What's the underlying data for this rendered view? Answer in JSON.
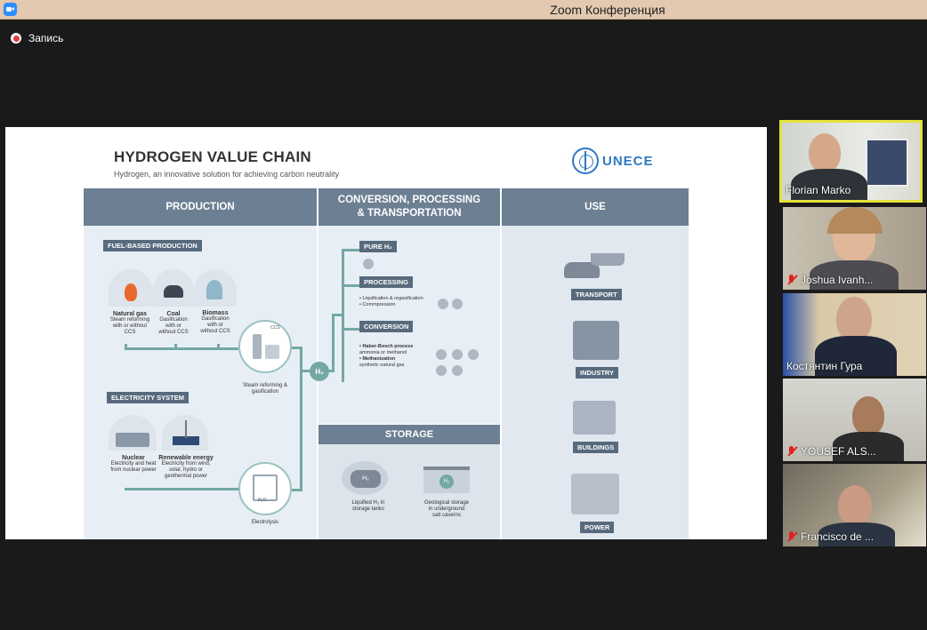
{
  "window": {
    "title": "Zoom Конференция"
  },
  "recording": {
    "label": "Запись"
  },
  "slide": {
    "title": "HYDROGEN VALUE CHAIN",
    "subtitle": "Hydrogen, an innovative solution for achieving carbon neutrality",
    "org": "UNECE",
    "columns": {
      "production": "PRODUCTION",
      "conversion_line1": "CONVERSION, PROCESSING",
      "conversion_line2": "& TRANSPORTATION",
      "use": "USE",
      "storage": "STORAGE"
    },
    "fuel": {
      "tag": "FUEL-BASED PRODUCTION",
      "items": [
        {
          "name": "Natural gas",
          "desc1": "Steam reforming",
          "desc2": "with or without",
          "desc3": "CCS"
        },
        {
          "name": "Coal",
          "desc1": "Gasification",
          "desc2": "with or",
          "desc3": "without CCS"
        },
        {
          "name": "Biomass",
          "desc1": "Gasification",
          "desc2": "with or",
          "desc3": "without CCS"
        }
      ],
      "process1": "Steam reforming &",
      "process2": "gasification",
      "ccs": "CCS"
    },
    "electric": {
      "tag": "ELECTRICITY SYSTEM",
      "items": [
        {
          "name": "Nuclear",
          "desc1": "Electricity and heat",
          "desc2": "from nuclear power",
          "desc3": ""
        },
        {
          "name": "Renewable energy",
          "desc1": "Electricity from wind,",
          "desc2": "solar, hydro or",
          "desc3": "geothermal power"
        }
      ],
      "process": "Electrolysis",
      "h2o": "H₂O"
    },
    "hub": "H₂",
    "conversion": {
      "pure": "PURE H₂",
      "processing": "PROCESSING",
      "proc_items": [
        "• Liquification & regasification",
        "• Commpression"
      ],
      "conversion": "CONVERSION",
      "conv_items": [
        {
          "bold": "• Haber-Bosch process",
          "text": "ammonia or methanol"
        },
        {
          "bold": "• Methanization",
          "text": "synthetic natural gas"
        }
      ]
    },
    "storage": {
      "items": [
        {
          "line1": "Liquified H₂ in",
          "line2": "storage tanks",
          "line3": ""
        },
        {
          "line1": "Geological storage",
          "line2": "in underground",
          "line3": "salt caverns"
        }
      ],
      "badge": "H₂"
    },
    "use": [
      "TRANSPORT",
      "INDUSTRY",
      "BUILDINGS",
      "POWER"
    ]
  },
  "participants": [
    {
      "name": "Florian Marko",
      "muted": false,
      "active": true
    },
    {
      "name": "Joshua Ivanh...",
      "muted": true,
      "active": false
    },
    {
      "name": "Костянтин Гура",
      "muted": false,
      "active": false
    },
    {
      "name": "YOUSEF ALS...",
      "muted": true,
      "active": false
    },
    {
      "name": "Francisco de ...",
      "muted": true,
      "active": false
    }
  ],
  "colors": {
    "titlebar": "#e2c9b0",
    "header": "#6c7f93",
    "tag": "#586a7d",
    "teal": "#73a8a4",
    "active_speaker": "#e6e23c",
    "brand": "#2e78c2"
  }
}
